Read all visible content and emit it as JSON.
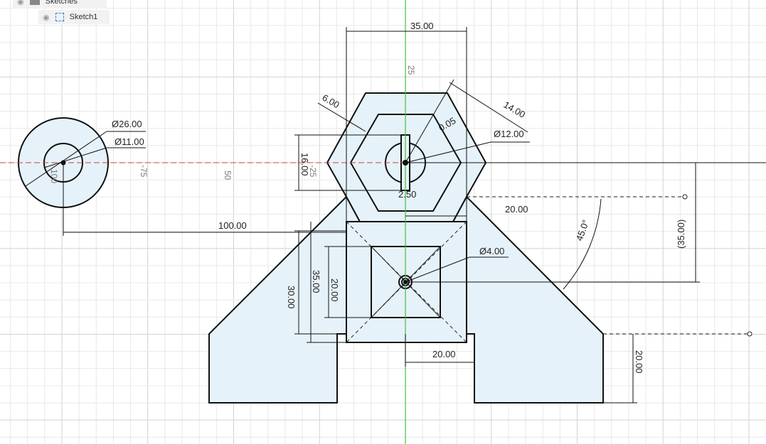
{
  "browser": {
    "folder_label": "Sketches",
    "sketch_label": "Sketch1",
    "icons": [
      "visibility-eye-icon",
      "folder-icon",
      "sketch-icon"
    ]
  },
  "colors": {
    "profile_fill": "#e6f2f9",
    "x_axis": "#d04040",
    "y_axis": "#3cc23c",
    "grid": "#e3e3e3",
    "line": "#111111"
  },
  "dimensions": {
    "top_width": "35.00",
    "top_axis": "25",
    "hex_offset": "6.00",
    "slot_offset": "0.05",
    "hex_width": "14.00",
    "center_hole": "Ø12.00",
    "outer_circle": "Ø26.00",
    "inner_circle": "Ø11.00",
    "slot_height": "16.00",
    "slot_width": "2.50",
    "offset_horizontal": "100.00",
    "arm_offset": "20.00",
    "angle": "45.0°",
    "small_hole": "Ø4.00",
    "vertical_ref": "(35.00)",
    "square_outer": "35.00",
    "square_inner": "20.00",
    "side_height": "30.00",
    "bottom_width": "20.00",
    "leg_height": "20.00"
  },
  "axis_labels": {
    "a": "-25",
    "b": "-75",
    "c": "100",
    "d": "50"
  }
}
